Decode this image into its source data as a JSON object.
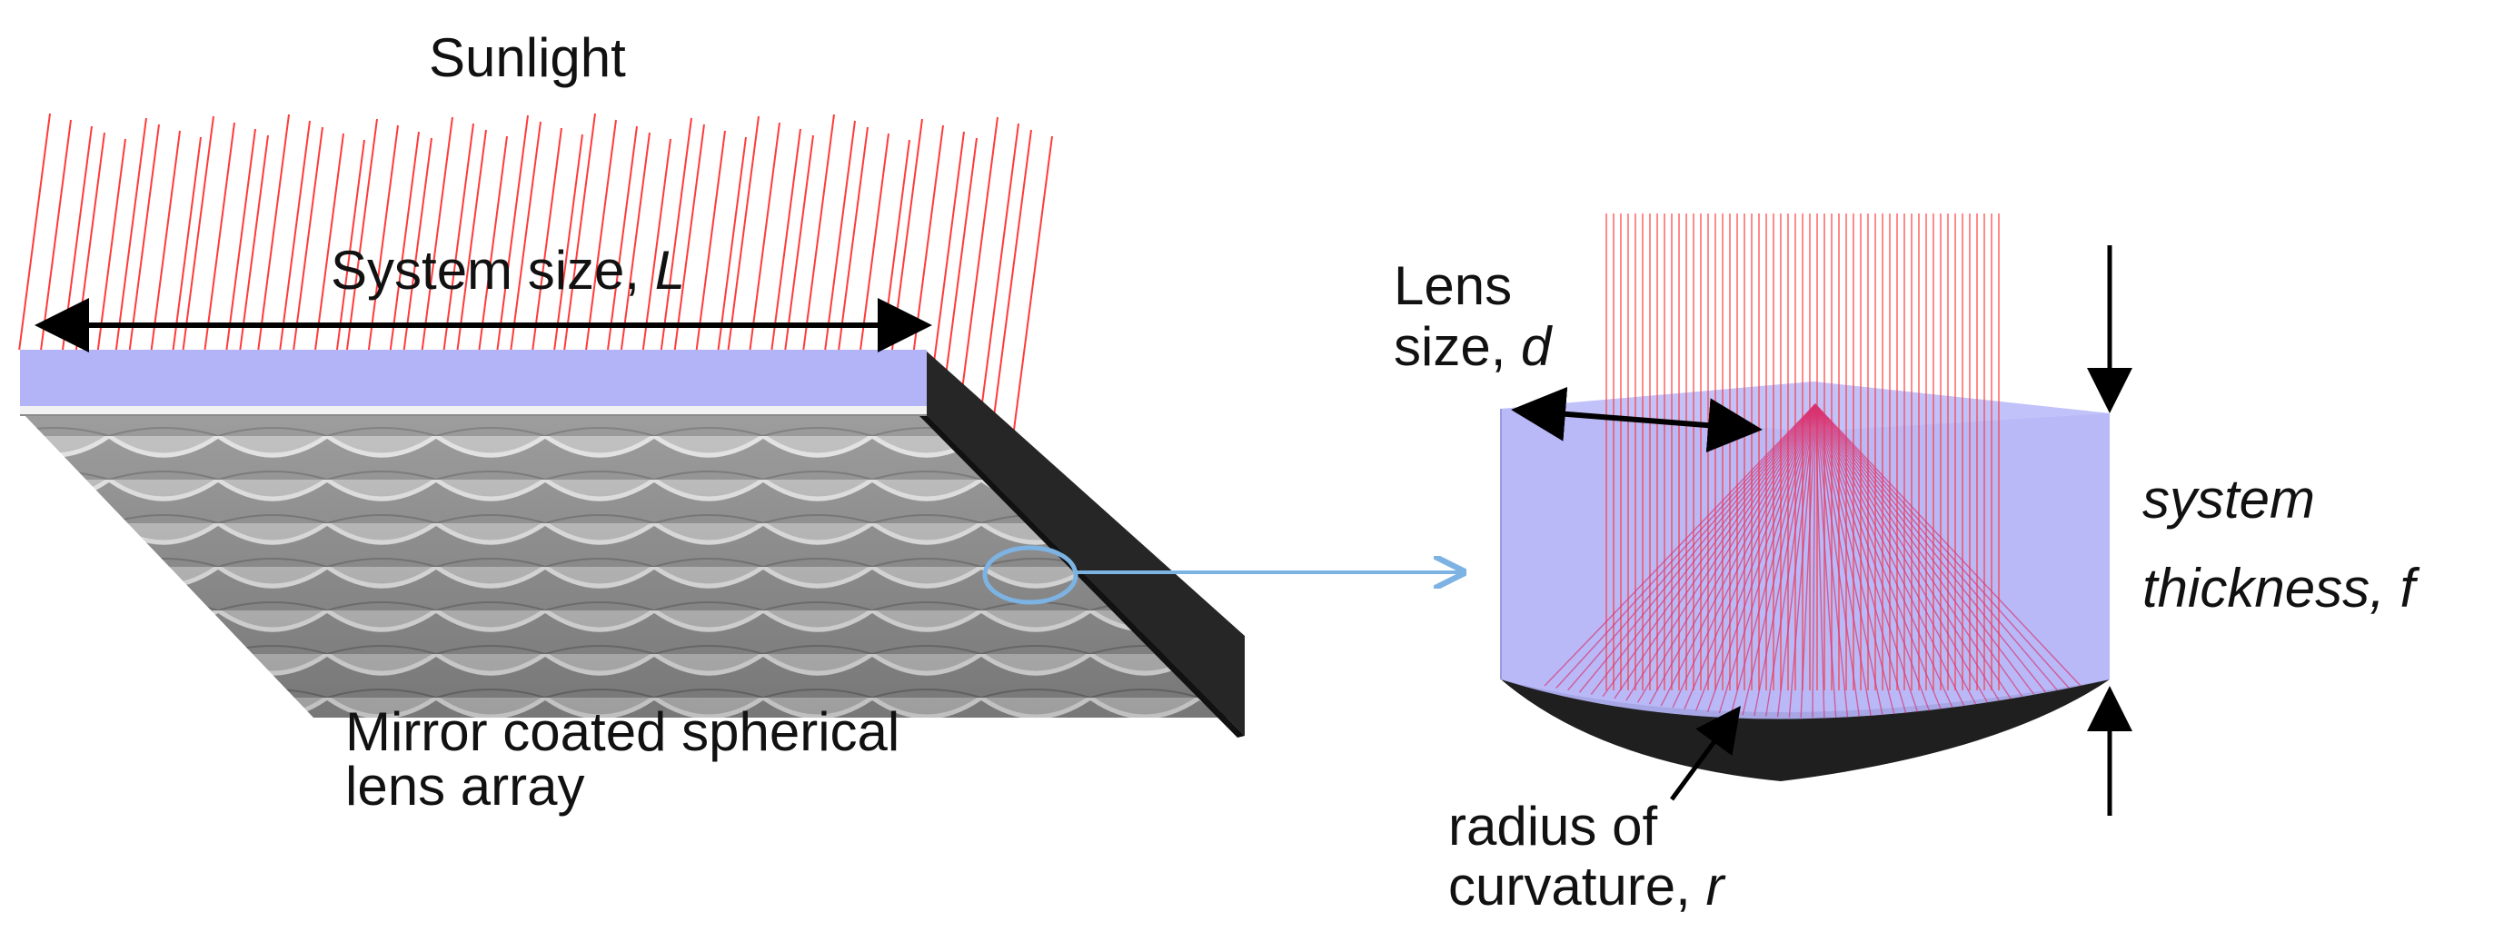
{
  "labels": {
    "sunlight": "Sunlight",
    "system_size_text": "System size, ",
    "system_size_var": "L",
    "mirror_line1": "Mirror coated spherical",
    "mirror_line2": "lens array",
    "lens_line1": "Lens",
    "lens_line2_text": "size, ",
    "lens_line2_var": "d",
    "thickness_line1": "system",
    "thickness_line2": "thickness, f",
    "radius_line1": "radius of",
    "radius_line2_text": "curvature, ",
    "radius_line2_var": "r"
  },
  "colors": {
    "ray": "#ff3b3b",
    "slab": "#b3b3f7",
    "slab_front": "#a9a9ee",
    "slab_side": "#262626",
    "lens_array": "#9a9a9a",
    "callout": "#7db3e3",
    "arrow": "#000000",
    "focus": "#d93572"
  },
  "icons": {
    "dimension_arrow": "double-headed-arrow",
    "thickness_arrow": "arrow-down-and-up",
    "callout": "ellipse-with-arrow"
  }
}
